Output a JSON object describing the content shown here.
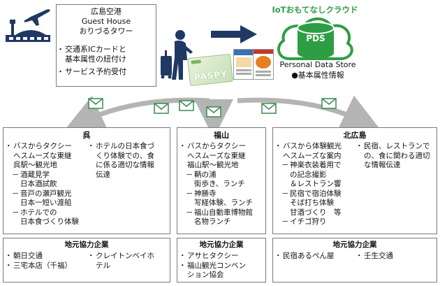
{
  "airport_box": {
    "title_lines": [
      "広島空港",
      "Guest House",
      "おりづるタワー"
    ],
    "bullets": [
      {
        "text": "交通系ICカードと\n基本属性の紐付け"
      },
      {
        "text": "サービス予約受付"
      }
    ]
  },
  "card_label": "PASPY",
  "cloud": {
    "title": "IoTおもてなしクラウド",
    "db_label": "PDS",
    "store_label": "Personal Data Store",
    "store_attr": "基本属性情報"
  },
  "regions": [
    {
      "name": "呉",
      "col1": [
        {
          "type": "item",
          "text": "バスからタクシー"
        },
        {
          "type": "cont0",
          "text": "へスムーズな東継"
        },
        {
          "type": "cont0",
          "text": "呉駅～観光地"
        },
        {
          "type": "sub",
          "text": "酒蔵見学"
        },
        {
          "type": "cont",
          "text": "日本酒試飲"
        },
        {
          "type": "sub",
          "text": "音戸の瀬戸観光"
        },
        {
          "type": "cont",
          "text": "日本一短い渡船"
        },
        {
          "type": "sub",
          "text": "ホテルでの"
        },
        {
          "type": "cont",
          "text": "日本食づくり体験"
        }
      ],
      "col2": [
        {
          "type": "item",
          "text": "ホテルの日本食づ"
        },
        {
          "type": "cont0",
          "text": "くり体験での、食"
        },
        {
          "type": "cont0",
          "text": "に係る適切な情報"
        },
        {
          "type": "cont0",
          "text": "伝達"
        }
      ],
      "partners_title": "地元協力企業",
      "partners_col1": [
        "朝日交通",
        "三宅本店（千福）"
      ],
      "partners_col2": [
        {
          "type": "item",
          "text": "クレイトンベイホ"
        },
        {
          "type": "cont0",
          "text": "テル"
        }
      ]
    },
    {
      "name": "福山",
      "col1": [
        {
          "type": "item",
          "text": "バスからタクシー"
        },
        {
          "type": "cont0",
          "text": "へスムーズな東継"
        },
        {
          "type": "cont0",
          "text": "福山駅～観光地"
        },
        {
          "type": "sub",
          "text": "鞆の浦"
        },
        {
          "type": "cont",
          "text": "街歩き、ランチ"
        },
        {
          "type": "sub",
          "text": "神勝寺"
        },
        {
          "type": "cont",
          "text": "写経体験、ランチ"
        },
        {
          "type": "sub",
          "text": "福山自動車博物館"
        },
        {
          "type": "cont",
          "text": "名物ランチ"
        }
      ],
      "partners_title": "地元協力企業",
      "partners_col1": [
        {
          "type": "item",
          "text": "アサヒタクシー"
        },
        {
          "type": "item",
          "text": "福山観光コンベン"
        },
        {
          "type": "cont0",
          "text": "ション協会"
        }
      ]
    },
    {
      "name": "北広島",
      "col1": [
        {
          "type": "item",
          "text": "バスから体験観光"
        },
        {
          "type": "cont0",
          "text": "へスムーズな案内"
        },
        {
          "type": "sub",
          "text": "神楽衣装着用で"
        },
        {
          "type": "cont",
          "text": "の記念撮影"
        },
        {
          "type": "cont",
          "text": "＆レストラン饗"
        },
        {
          "type": "sub",
          "text": "民宿で宿泊体験"
        },
        {
          "type": "cont",
          "text": "そば打ち体験"
        },
        {
          "type": "cont",
          "text": "甘酒づくり　等"
        },
        {
          "type": "sub",
          "text": "イチゴ狩り"
        }
      ],
      "col2": [
        {
          "type": "item",
          "text": "民宿、レストランで"
        },
        {
          "type": "cont0",
          "text": "の、食に関わる適切"
        },
        {
          "type": "cont0",
          "text": "な情報伝達"
        }
      ],
      "partners_title": "地元協力企業",
      "partners_col1": [
        {
          "type": "item",
          "text": "民宿あるぺん屋"
        }
      ],
      "partners_col2": [
        {
          "type": "item",
          "text": "壬生交通"
        }
      ]
    }
  ],
  "colors": {
    "navy": "#1f3864",
    "green": "#2e9e44",
    "mail_green": "#3a8a4a",
    "arrow_gray": "#b4b4b4",
    "card_green": "#c6e0b4"
  }
}
